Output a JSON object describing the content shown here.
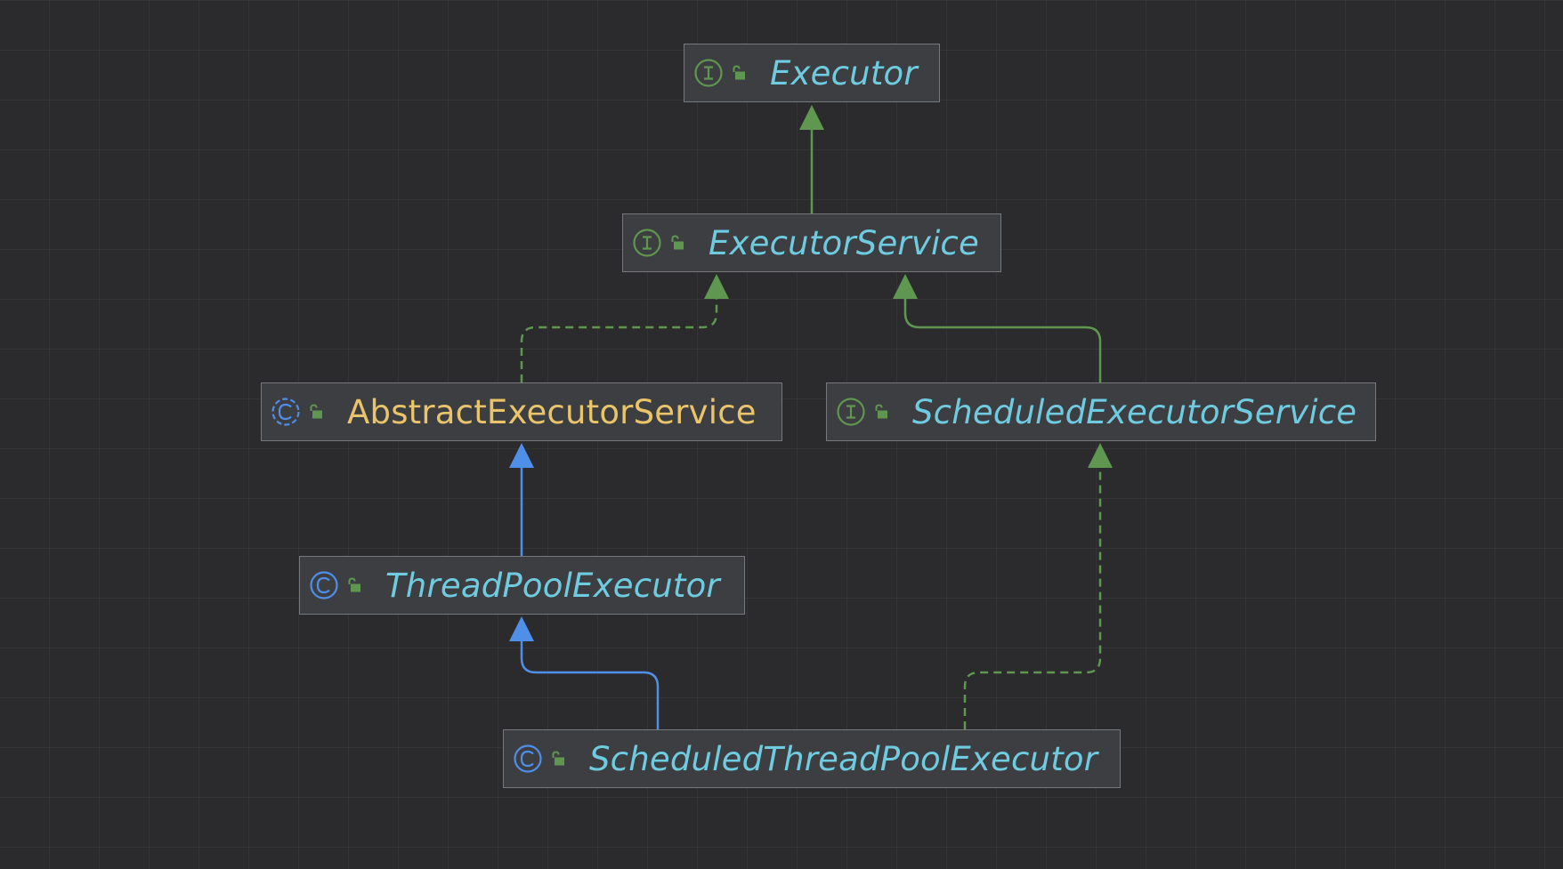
{
  "diagram": {
    "nodes": [
      {
        "id": "executor",
        "label": "Executor",
        "kind": "interface",
        "kind_icon": "interface-icon",
        "visibility_icon": "public-lock-icon",
        "italic": true,
        "label_color": "#6fcbe0"
      },
      {
        "id": "executor_service",
        "label": "ExecutorService",
        "kind": "interface",
        "kind_icon": "interface-icon",
        "visibility_icon": "public-lock-icon",
        "italic": true,
        "label_color": "#6fcbe0"
      },
      {
        "id": "abstract_executor_service",
        "label": "AbstractExecutorService",
        "kind": "abstract-class",
        "kind_icon": "abstract-class-icon",
        "visibility_icon": "public-lock-icon",
        "italic": false,
        "label_color": "#e9c46a"
      },
      {
        "id": "scheduled_executor_service",
        "label": "ScheduledExecutorService",
        "kind": "interface",
        "kind_icon": "interface-icon",
        "visibility_icon": "public-lock-icon",
        "italic": true,
        "label_color": "#6fcbe0"
      },
      {
        "id": "thread_pool_executor",
        "label": "ThreadPoolExecutor",
        "kind": "class",
        "kind_icon": "class-icon",
        "visibility_icon": "public-lock-icon",
        "italic": true,
        "label_color": "#6fcbe0"
      },
      {
        "id": "scheduled_thread_pool_executor",
        "label": "ScheduledThreadPoolExecutor",
        "kind": "class",
        "kind_icon": "class-icon",
        "visibility_icon": "public-lock-icon",
        "italic": true,
        "label_color": "#6fcbe0"
      }
    ],
    "edges": [
      {
        "from": "executor_service",
        "to": "executor",
        "relation": "extends-interface",
        "style": "solid",
        "color": "#5f9650"
      },
      {
        "from": "abstract_executor_service",
        "to": "executor_service",
        "relation": "implements",
        "style": "dashed",
        "color": "#5f9650"
      },
      {
        "from": "scheduled_executor_service",
        "to": "executor_service",
        "relation": "extends-interface",
        "style": "solid",
        "color": "#5f9650"
      },
      {
        "from": "thread_pool_executor",
        "to": "abstract_executor_service",
        "relation": "extends-class",
        "style": "solid",
        "color": "#4f8fe8"
      },
      {
        "from": "scheduled_thread_pool_executor",
        "to": "thread_pool_executor",
        "relation": "extends-class",
        "style": "solid",
        "color": "#4f8fe8"
      },
      {
        "from": "scheduled_thread_pool_executor",
        "to": "scheduled_executor_service",
        "relation": "implements",
        "style": "dashed",
        "color": "#5f9650"
      }
    ]
  },
  "colors": {
    "background": "#2b2b2d",
    "node_fill": "#3d3e41",
    "node_border": "#77787c",
    "interface_green": "#5f9650",
    "class_blue": "#4f8fe8",
    "interface_label": "#6fcbe0",
    "abstract_label": "#e9c46a"
  }
}
